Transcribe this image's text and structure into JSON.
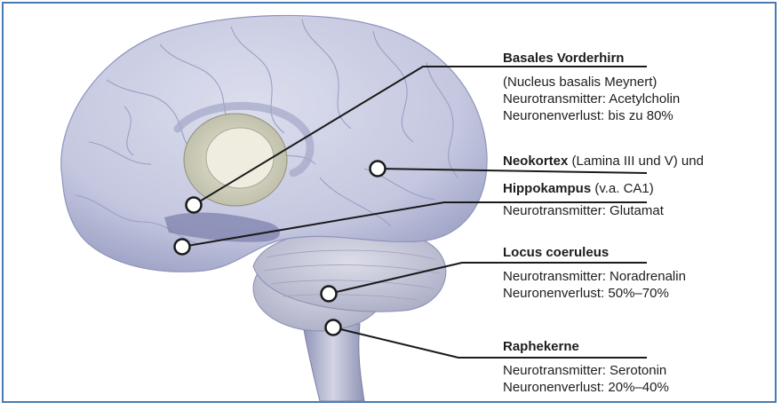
{
  "labels": {
    "basal": {
      "title": "Basales Vorderhirn",
      "line1": "(Nucleus basalis Meynert)",
      "line2": "Neurotransmitter: Acetylcholin",
      "line3": "Neuronenverlust: bis zu 80%"
    },
    "neo": {
      "title": "Neokortex",
      "rest": " (Lamina III und V) und"
    },
    "hippo": {
      "title": "Hippokampus",
      "rest": " (v.a. CA1)",
      "line1": "Neurotransmitter: Glutamat"
    },
    "locus": {
      "title": "Locus coeruleus",
      "line1": "Neurotransmitter: Noradrenalin",
      "line2": "Neuronenverlust: 50%–70%"
    },
    "raphe": {
      "title": "Raphekerne",
      "line1": "Neurotransmitter: Serotonin",
      "line2": "Neuronenverlust: 20%–40%"
    }
  },
  "colors": {
    "frame": "#4a7bb0",
    "brain": "#c9cbe0",
    "brain_shadow": "#a7abcf",
    "leader": "#1a1a1a"
  }
}
